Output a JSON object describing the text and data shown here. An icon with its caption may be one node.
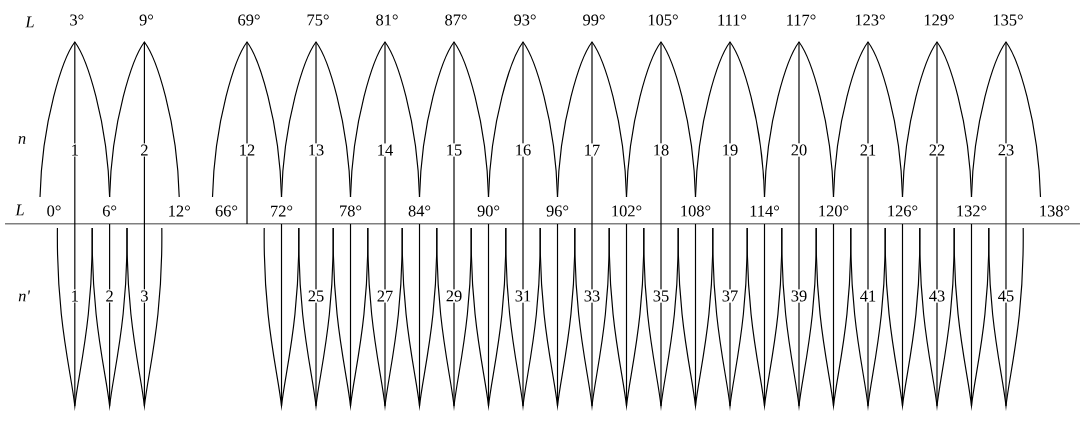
{
  "diagram": {
    "nodes": [
      {
        "text": [
          "1"
        ]
      },
      {
        "text": [
          "2"
        ]
      },
      {
        "text": [
          "12"
        ]
      },
      {
        "text": [
          "13"
        ]
      },
      {
        "text": [
          "14"
        ]
      },
      {
        "text": [
          "15"
        ]
      },
      {
        "text": [
          "16"
        ]
      },
      {
        "text": [
          "17"
        ]
      },
      {
        "text": [
          "18"
        ]
      },
      {
        "text": [
          "19"
        ]
      },
      {
        "text": [
          "20"
        ]
      },
      {
        "text": [
          "21"
        ]
      },
      {
        "text": [
          "22"
        ]
      },
      {
        "text": [
          "23"
        ]
      },
      {
        "text": [
          "1"
        ]
      },
      {
        "text": [
          "2"
        ]
      },
      {
        "text": [
          "3"
        ]
      },
      {
        "text": [],
        "shape": "lens"
      },
      {
        "text": [
          "25"
        ]
      },
      {
        "text": [],
        "shape": "lens"
      },
      {
        "text": [
          "27"
        ]
      },
      {
        "text": [],
        "shape": "lens"
      },
      {
        "text": [
          "29"
        ]
      },
      {
        "text": [],
        "shape": "lens"
      },
      {
        "text": [
          "31"
        ]
      },
      {
        "text": [],
        "shape": "lens"
      },
      {
        "text": [
          "33"
        ]
      },
      {
        "text": [],
        "shape": "lens"
      },
      {
        "text": [
          "35"
        ]
      },
      {
        "text": [],
        "shape": "lens"
      },
      {
        "text": [
          "37"
        ]
      },
      {
        "text": [],
        "shape": "lens"
      },
      {
        "text": [
          "39"
        ]
      },
      {
        "text": [],
        "shape": "lens"
      },
      {
        "text": [
          "41"
        ]
      },
      {
        "text": [],
        "shape": "lens"
      },
      {
        "text": [
          "43"
        ]
      },
      {
        "text": [],
        "shape": "lens"
      },
      {
        "text": [
          "45"
        ]
      }
    ],
    "labels": [
      "L",
      "3°",
      "9°",
      "69°",
      "75°",
      "81°",
      "87°",
      "93°",
      "99°",
      "105°",
      "111°",
      "117°",
      "123°",
      "129°",
      "135°",
      "n",
      "L",
      "0°",
      "6°",
      "12°",
      "66°",
      "72°",
      "78°",
      "84°",
      "90°",
      "96°",
      "102°",
      "108°",
      "114°",
      "120°",
      "126°",
      "132°",
      "138°",
      "n'"
    ]
  }
}
